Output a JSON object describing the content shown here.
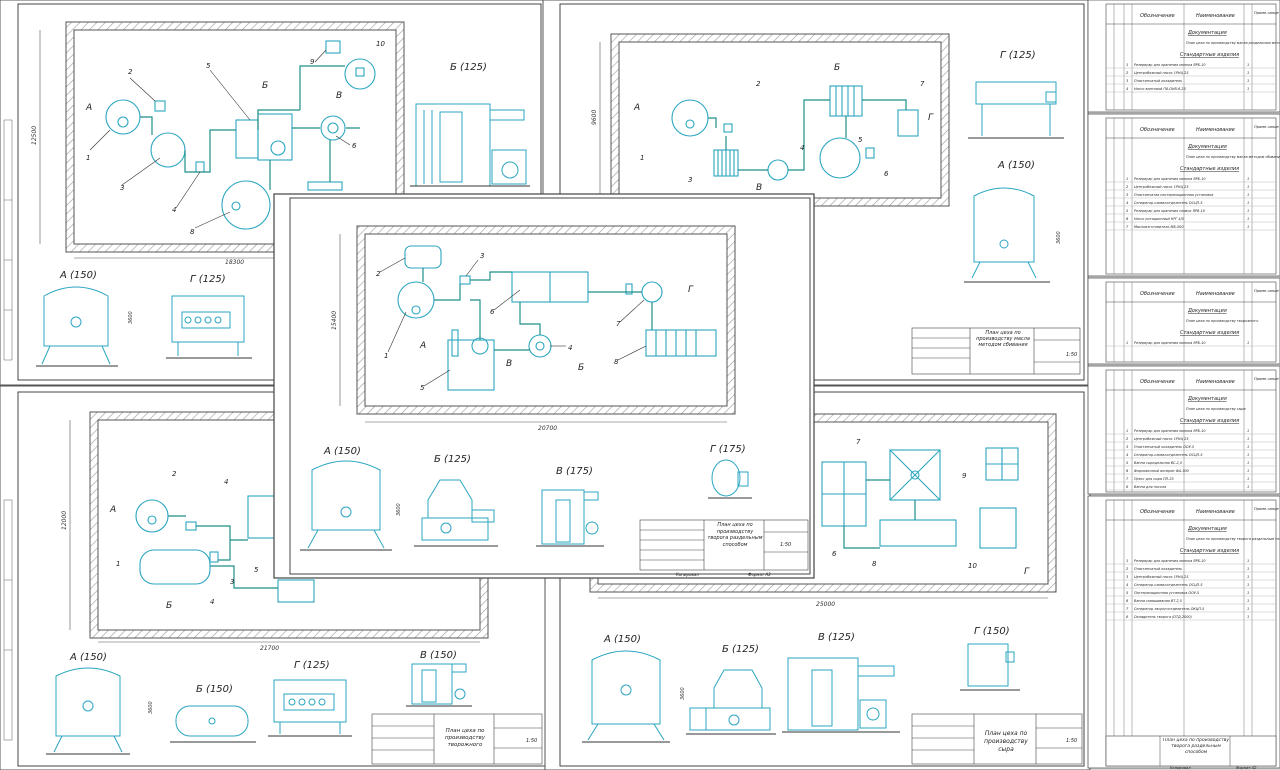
{
  "colors": {
    "background": "#d9d9d9",
    "sheet": "#ffffff",
    "frame": "#555555",
    "equipment": "#2aa6c0",
    "pipe": "#1e8f8a",
    "hatch": "#8a8a8a",
    "text": "#222222"
  },
  "sheets": {
    "top_left": {
      "dim_h": "18300",
      "dim_v": "12500",
      "views": {
        "b": "Б (125)",
        "a": "А (150)",
        "g": "Г (125)"
      },
      "dim_tank": "3600",
      "callouts": [
        "1",
        "2",
        "3",
        "4",
        "5",
        "6",
        "8",
        "9",
        "10"
      ],
      "sections": [
        "А",
        "Б",
        "В"
      ]
    },
    "top_right": {
      "dim_v": "9600",
      "views": {
        "g": "Г (125)",
        "a": "А (150)"
      },
      "dim_tank": "3600",
      "callouts": [
        "1",
        "2",
        "3",
        "4",
        "5",
        "6",
        "7"
      ],
      "sections": [
        "А",
        "Б",
        "В",
        "Г"
      ],
      "stamp_title": "План цеха по производству масла методом сбивания",
      "stamp_scale": "1:50"
    },
    "bottom_left": {
      "dim_h": "21700",
      "dim_v": "12000",
      "views": {
        "a": "А (150)",
        "b": "Б (150)",
        "g": "Г (125)",
        "v": "В (150)"
      },
      "dim_tank": "3600",
      "callouts": [
        "1",
        "2",
        "3",
        "3",
        "4",
        "5"
      ],
      "sections": [
        "А",
        "Б"
      ],
      "stamp_title": "План цеха по производству творожного",
      "stamp_scale": "1:50"
    },
    "bottom_right": {
      "dim_h": "25000",
      "views": {
        "a": "А (150)",
        "b": "Б (125)",
        "v": "В (125)",
        "g": "Г (150)"
      },
      "dim_tank": "3600",
      "callouts": [
        "6",
        "7",
        "8",
        "9",
        "10"
      ],
      "sections": [
        "Г"
      ],
      "stamp_title": "План цеха по производству сыра",
      "stamp_scale": "1:50"
    },
    "center": {
      "dim_h": "20700",
      "dim_v": "15400",
      "views": {
        "a": "А (150)",
        "b": "Б (125)",
        "v": "В (175)",
        "g": "Г (175)"
      },
      "dim_tank": "3600",
      "callouts": [
        "1",
        "2",
        "3",
        "4",
        "5",
        "6",
        "7",
        "8"
      ],
      "sections": [
        "А",
        "Б",
        "В",
        "Г"
      ],
      "stamp_title": "План цеха по производству творога раздельным способом",
      "stamp_scale": "1:50",
      "stamp_format": "Формат А2",
      "stamp_copied": "Копировал"
    }
  },
  "spec_sheets": [
    {
      "header": {
        "col1": "Обозначение",
        "col2": "Наименование",
        "col3": "Приме-чание"
      },
      "section1": "Документация",
      "doc": "План цеха по производству масла раздельным методом",
      "section2": "Стандартные изделия",
      "rows": [
        "Резервуар для хранения молока ЯРБ-10",
        "Центробежный насос 1РНЦ 25",
        "Пластинчатый охладитель",
        "Насос винтовой П8-ОНВ-6-25"
      ]
    },
    {
      "header": {
        "col1": "Обозначение",
        "col2": "Наименование",
        "col3": "Приме-чание"
      },
      "section1": "Документация",
      "doc": "План цеха по производству масла методом сбивания",
      "section2": "Стандартные изделия",
      "rows": [
        "Резервуар для хранения молока ЯРБ-10",
        "Центробежный насос 1РНЦ 25",
        "Пластинчатая пастеризационная установка",
        "Сепаратор-сливкоотделитель ОСЦП-5",
        "Резервуар для хранения сливок ЯРВ-10",
        "Насос ротационный НРГ 4/5",
        "Маслоизготовитель МБ-500"
      ]
    },
    {
      "header": {
        "col1": "Обозначение",
        "col2": "Наименование",
        "col3": "Приме-чание"
      },
      "section1": "Документация",
      "doc": "План цеха по производству творожного",
      "section2": "Стандартные изделия",
      "rows": [
        "Резервуар для хранения молока ЯРБ-10"
      ]
    },
    {
      "header": {
        "col1": "Обозначение",
        "col2": "Наименование",
        "col3": "Приме-чание"
      },
      "section1": "Документация",
      "doc": "План цеха по производству сыра",
      "section2": "Стандартные изделия",
      "rows": [
        "Резервуар для хранения молока ЯРБ-10",
        "Центробежный насос 1РНЦ 25",
        "Пластинчатый охладитель ООУ-5",
        "Сепаратор-сливкоотделитель ОСЦП-5",
        "Ванна сыродельная ВС-2,5",
        "Формовочный аппарат ФА-300",
        "Пресс для сыра ПП-25",
        "Ванна для посола"
      ]
    },
    {
      "header": {
        "col1": "Обозначение",
        "col2": "Наименование",
        "col3": "Приме-чание"
      },
      "section1": "Документация",
      "doc": "План цеха по производству творога раздельным способом",
      "section2": "Стандартные изделия",
      "rows": [
        "Резервуар для хранения молока ЯРБ-10",
        "Пластинчатый охладитель",
        "Центробежный насос 1РНЦ 25",
        "Сепаратор-сливкоотделитель ОСЦП-5",
        "Пастеризационная установка ООУ-5",
        "Ванна сквашивания ВТ-2,5",
        "Сепаратор-творогоотделитель ОКЦП-5",
        "Охладитель творога (ОТД-2000)"
      ]
    }
  ],
  "footer_stamp": {
    "title": "План цеха по производству творога раздельным способом",
    "copied": "Копировал",
    "format": "Формат А2"
  }
}
